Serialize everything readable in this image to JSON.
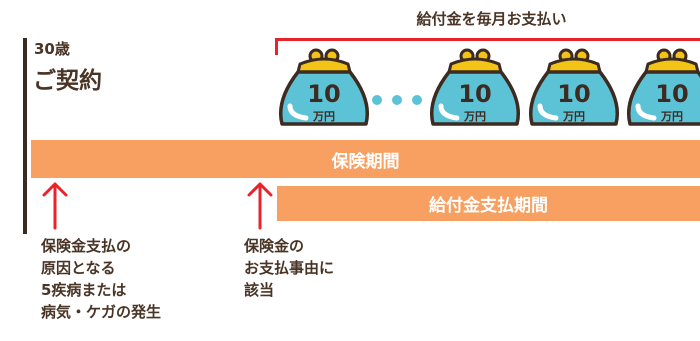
{
  "contract": {
    "age": "30歳",
    "label": "ご契約"
  },
  "payment": {
    "title": "給付金を毎月お支払い"
  },
  "coins": [
    {
      "amount": "10",
      "unit": "万円"
    },
    {
      "amount": "10",
      "unit": "万円"
    },
    {
      "amount": "10",
      "unit": "万円"
    },
    {
      "amount": "10",
      "unit": "万円"
    }
  ],
  "periods": {
    "insurance": "保険期間",
    "benefit": "給付金支払期間"
  },
  "notes": {
    "first": [
      "保険金支払の",
      "原因となる",
      "5疾病または",
      "病気・ケガの発生"
    ],
    "second": [
      "保険金の",
      "お支払事由に",
      "該当"
    ]
  },
  "colors": {
    "bar": "#f7a061",
    "accent": "#e8232a",
    "coin": "#5cc2d6",
    "text": "#4a3426"
  }
}
